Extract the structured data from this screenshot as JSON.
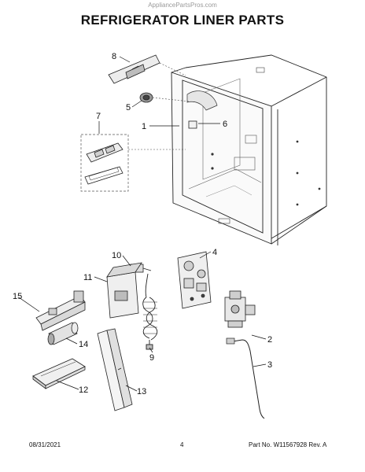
{
  "watermark": "AppliancePartsPros.com",
  "title": "REFRIGERATOR LINER PARTS",
  "callouts": [
    "1",
    "2",
    "3",
    "4",
    "5",
    "6",
    "7",
    "8",
    "9",
    "10",
    "11",
    "12",
    "13",
    "14",
    "15"
  ],
  "footer": {
    "date": "08/31/2021",
    "page": "4",
    "part_info": "Part No. W11567928  Rev. A"
  }
}
